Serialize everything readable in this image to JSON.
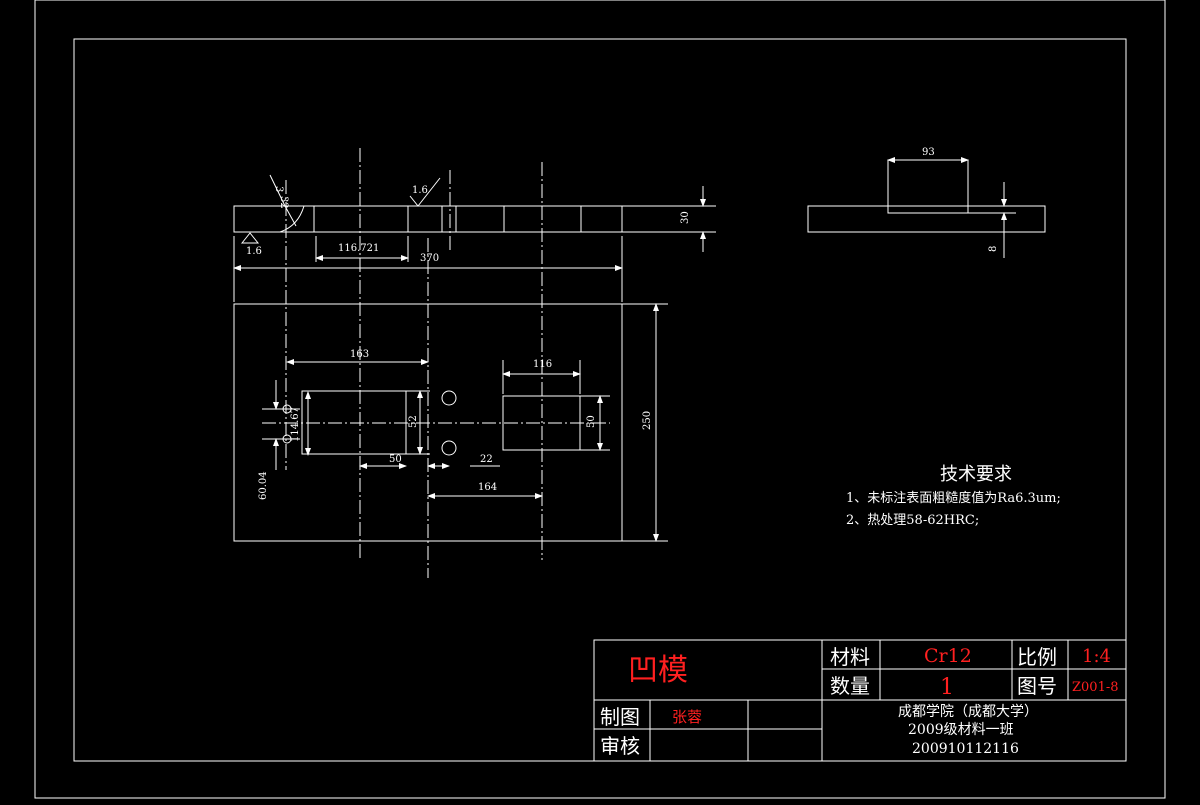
{
  "drawing": {
    "top_view_dims": {
      "surface_roughness_left": "1.6",
      "surface_roughness_mid": "1.6",
      "angle_3": "3",
      "angle_32": "32",
      "dim_116_721": "116.721",
      "dim_370": "370",
      "thickness_30": "30"
    },
    "plan_view_dims": {
      "dim_163": "163",
      "dim_116": "116",
      "dim_114_67": "114.67",
      "dim_52": "52",
      "dim_50_h": "50",
      "dim_22": "22",
      "dim_164": "164",
      "dim_50_v": "50",
      "dim_250": "250",
      "dim_60_04": "60.04"
    },
    "side_view_dims": {
      "dim_93": "93",
      "dim_8": "8"
    }
  },
  "tech_requirements": {
    "title": "技术要求",
    "item1": "1、未标注表面粗糙度值为Ra6.3um;",
    "item2": "2、热处理58-62HRC;"
  },
  "title_block": {
    "part_name": "凹模",
    "material_label": "材料",
    "material_value": "Cr12",
    "scale_label": "比例",
    "scale_value": "1:4",
    "quantity_label": "数量",
    "quantity_value": "1",
    "drawing_no_label": "图号",
    "drawing_no_value": "Z001-8",
    "drawn_by_label": "制图",
    "drawn_by_value": "张蓉",
    "checked_by_label": "审核",
    "school": "成都学院（成都大学）",
    "class": "2009级材料一班",
    "student_id": "200910112116"
  },
  "colors": {
    "background": "#000000",
    "line": "#ffffff",
    "accent_red": "#ff2020"
  }
}
